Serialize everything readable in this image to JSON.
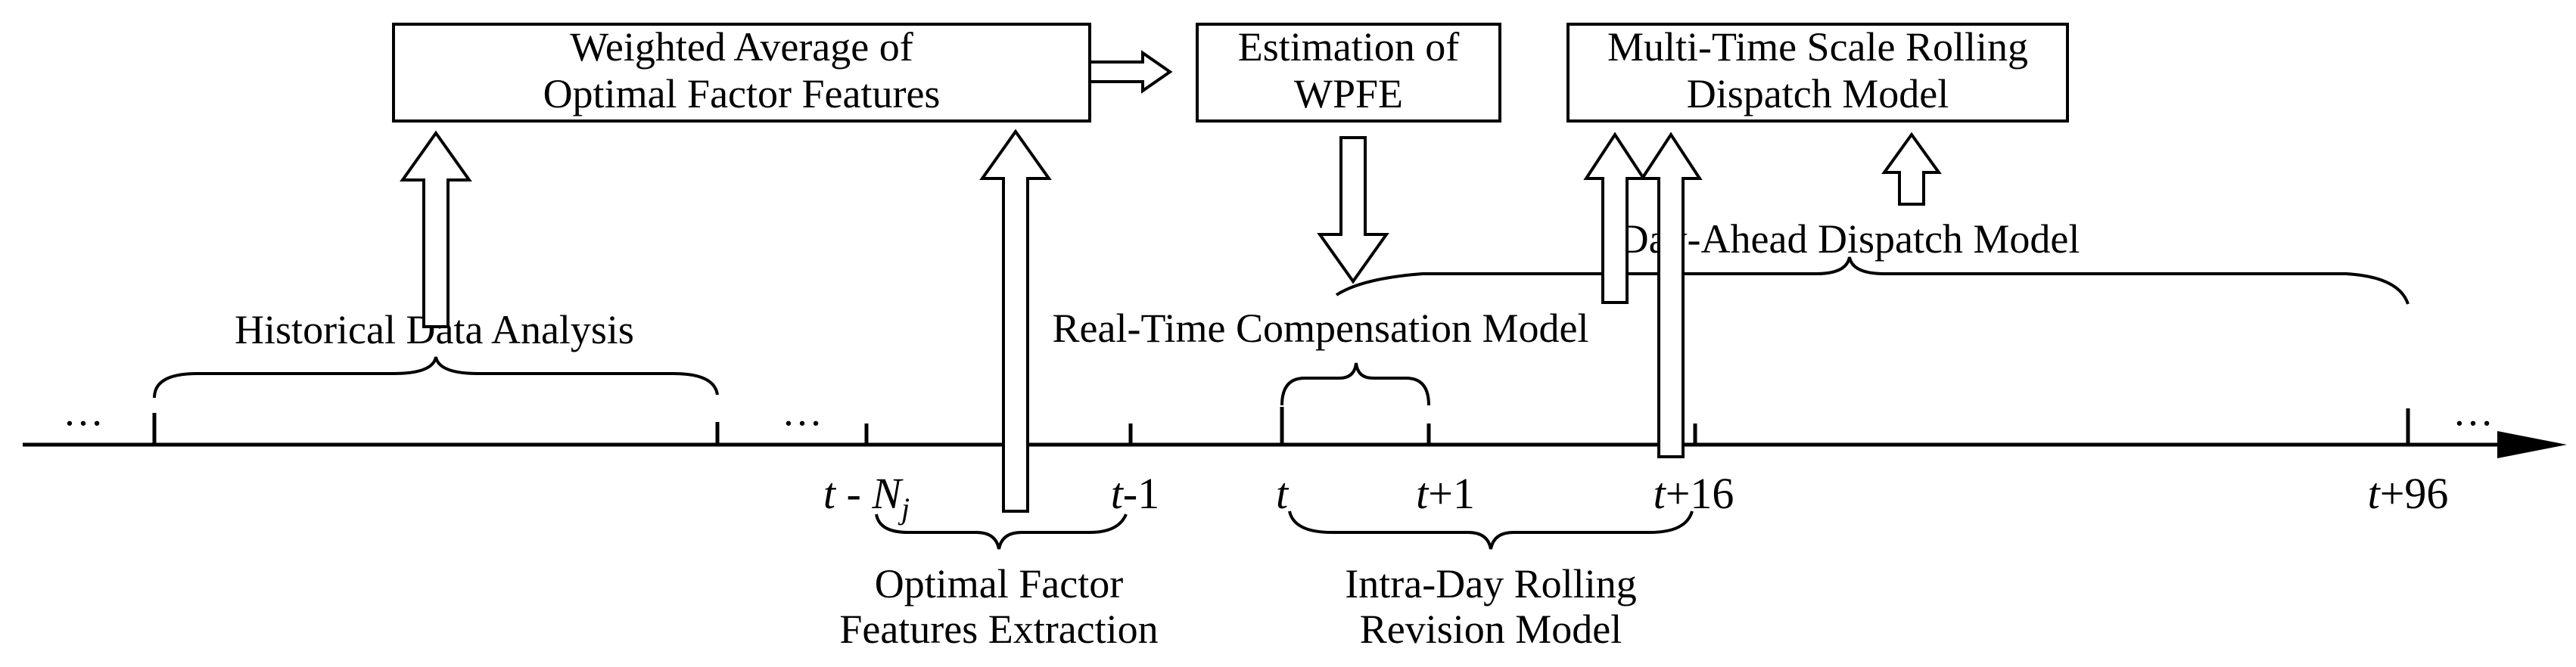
{
  "boxes": {
    "weighted_average": [
      "Weighted Average of",
      "Optimal Factor Features"
    ],
    "estimation": [
      "Estimation of",
      "WPFE"
    ],
    "multi_time": [
      "Multi-Time Scale Rolling",
      "Dispatch Model"
    ]
  },
  "labels": {
    "historical": "Historical Data Analysis",
    "real_time": "Real-Time Compensation Model",
    "day_ahead": "Day-Ahead Dispatch Model",
    "optimal_extraction": [
      "Optimal Factor",
      "Features Extraction"
    ],
    "intra_day": [
      "Intra-Day Rolling",
      "Revision Model"
    ]
  },
  "ticks": {
    "t_minus_nj": {
      "var": "t",
      "sep": " - ",
      "n": "N",
      "sub": "j"
    },
    "t_minus_1": {
      "var": "t",
      "rest": "-1"
    },
    "t": {
      "var": "t"
    },
    "t_plus_1": {
      "var": "t",
      "rest": "+1"
    },
    "t_plus_16": {
      "var": "t",
      "rest": "+16"
    },
    "t_plus_96": {
      "var": "t",
      "rest": "+96"
    }
  },
  "ellipsis": "…"
}
